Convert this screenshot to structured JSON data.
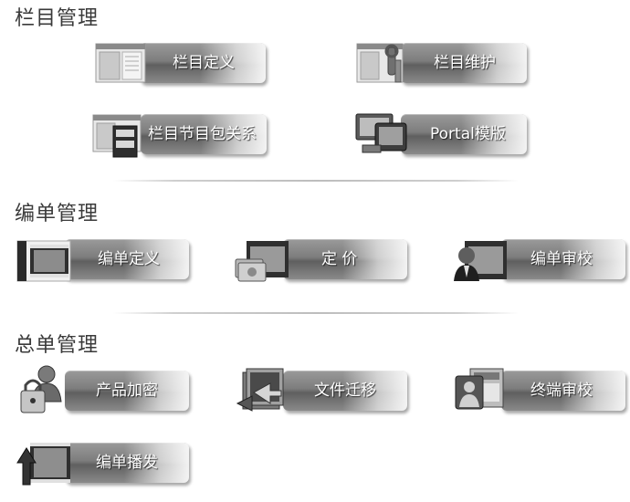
{
  "sections": [
    {
      "title": "栏目管理",
      "items": [
        {
          "label": "栏目定义",
          "icon": "book-pages-icon"
        },
        {
          "label": "栏目维护",
          "icon": "book-tools-icon"
        },
        {
          "label": "栏目节目包关系",
          "icon": "book-film-icon"
        },
        {
          "label": "Portal模版",
          "icon": "monitor-tv-icon"
        }
      ]
    },
    {
      "title": "编单管理",
      "items": [
        {
          "label": "编单定义",
          "icon": "film-folder-icon"
        },
        {
          "label": "定  价",
          "icon": "film-money-icon"
        },
        {
          "label": "编单审校",
          "icon": "film-user-icon"
        }
      ]
    },
    {
      "title": "总单管理",
      "items": [
        {
          "label": "产品加密",
          "icon": "lock-user-icon"
        },
        {
          "label": "文件迁移",
          "icon": "file-transfer-icon"
        },
        {
          "label": "终端审校",
          "icon": "terminal-user-icon"
        },
        {
          "label": "编单播发",
          "icon": "film-upload-icon"
        }
      ]
    }
  ]
}
